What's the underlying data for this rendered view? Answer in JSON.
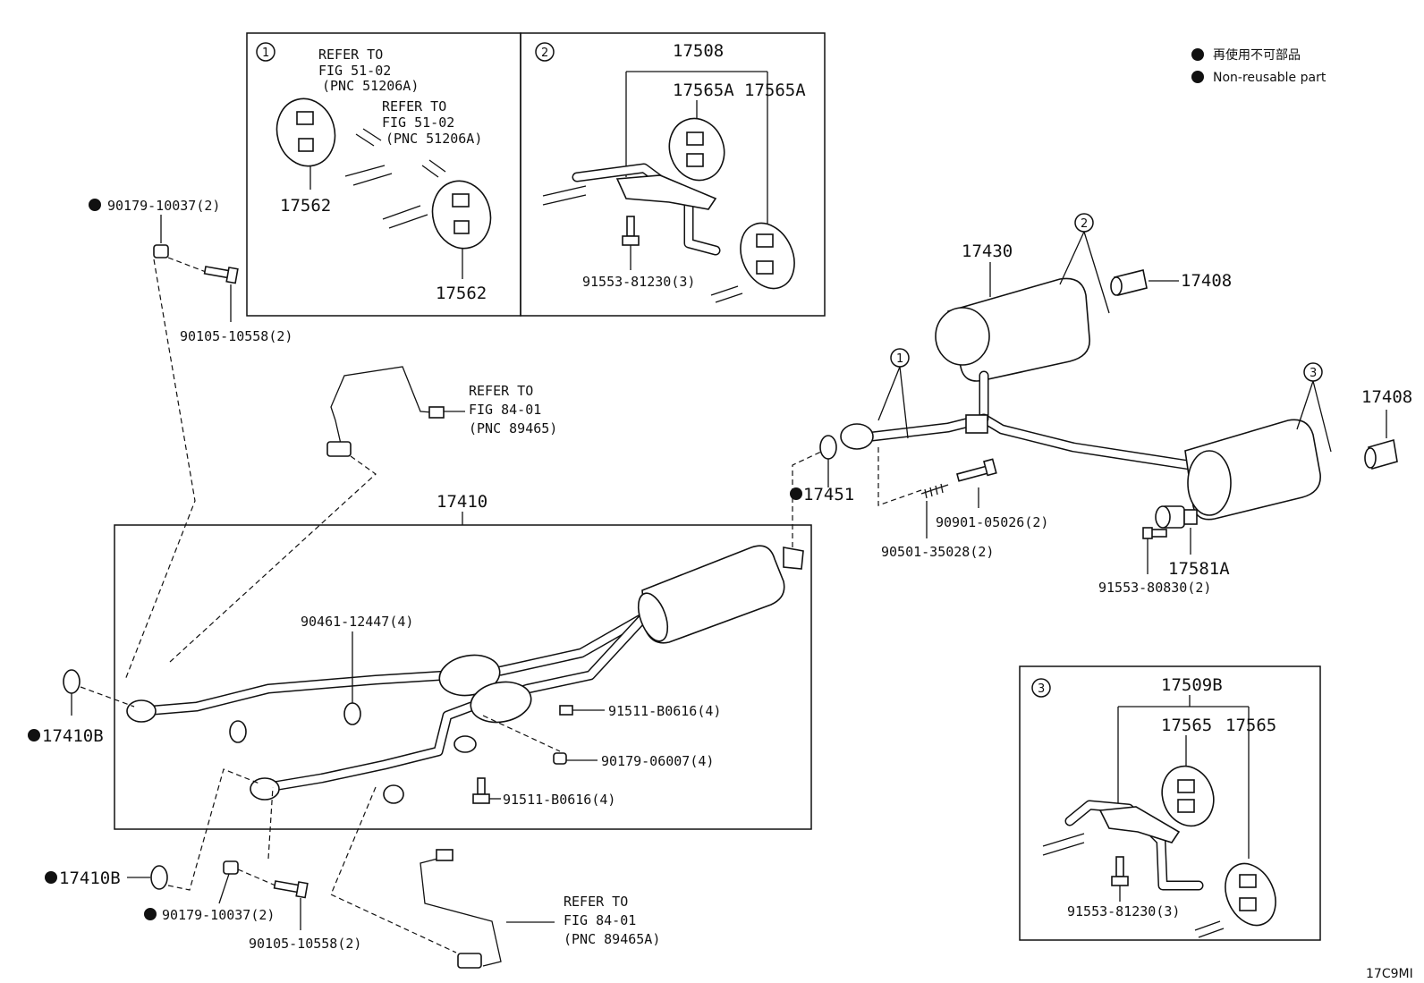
{
  "legend": {
    "non_reusable_jp": "再使用不可部品",
    "non_reusable_en": "Non-reusable part"
  },
  "figure_code": "17C9MI",
  "inset1": {
    "number": "1",
    "refer1": [
      "REFER TO",
      "FIG 51-02",
      "(PNC 51206A)"
    ],
    "refer2": [
      "REFER TO",
      "FIG 51-02",
      "(PNC 51206A)"
    ],
    "part_a": "17562",
    "part_b": "17562"
  },
  "inset2": {
    "number": "2",
    "bracket": "17508",
    "hanger_a": "17565A",
    "hanger_b": "17565A",
    "bolt": "91553-81230(3)"
  },
  "inset3": {
    "number": "3",
    "bracket": "17509B",
    "hanger_a": "17565",
    "hanger_b": "17565",
    "bolt": "91553-81230(3)"
  },
  "callouts": {
    "c1": "1",
    "c2": "2",
    "c3": "3"
  },
  "labels": {
    "p90179_top": "90179-10037(2)",
    "p90105_top": "90105-10558(2)",
    "refer_sensor1": [
      "REFER TO",
      "FIG 84-01",
      "(PNC 89465)"
    ],
    "p17410": "17410",
    "p90461": "90461-12447(4)",
    "p91511_a": "91511-B0616(4)",
    "p90179_06007": "90179-06007(4)",
    "p91511_b": "91511-B0616(4)",
    "p17410B_a": "17410B",
    "p17410B_b": "17410B",
    "p90179_bot": "90179-10037(2)",
    "p90105_bot": "90105-10558(2)",
    "refer_sensor2": [
      "REFER TO",
      "FIG 84-01",
      "(PNC 89465A)"
    ],
    "p17430": "17430",
    "p17408_a": "17408",
    "p17408_b": "17408",
    "p17451": "17451",
    "p90901": "90901-05026(2)",
    "p90501": "90501-35028(2)",
    "p17581A": "17581A",
    "p91553_80830": "91553-80830(2)"
  }
}
